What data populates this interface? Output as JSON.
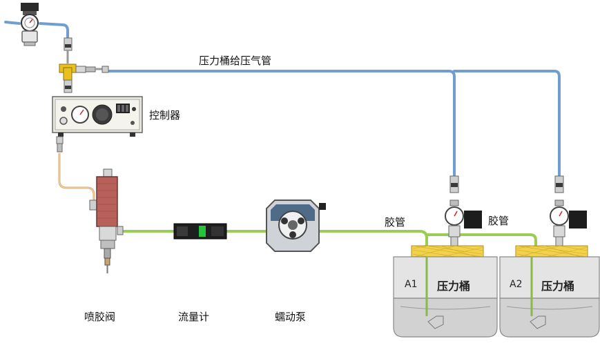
{
  "labels": {
    "air_pipe": "压力桶给压气管",
    "controller": "控制器",
    "hose_left": "胶管",
    "hose_right": "胶管",
    "valve": "喷胶阀",
    "flowmeter": "流量计",
    "pump": "蠕动泵",
    "bucket_a1_id": "A1",
    "bucket_a1_name": "压力桶",
    "bucket_a2_id": "A2",
    "bucket_a2_name": "压力桶"
  },
  "colors": {
    "air_line": "#6f9fd0",
    "glue_line": "#9acd55",
    "bucket_body": "#e4e4e4",
    "lid_yellow": "#f1d24a",
    "valve_body": "#b8605a",
    "regulator_black": "#1c1c1c"
  }
}
